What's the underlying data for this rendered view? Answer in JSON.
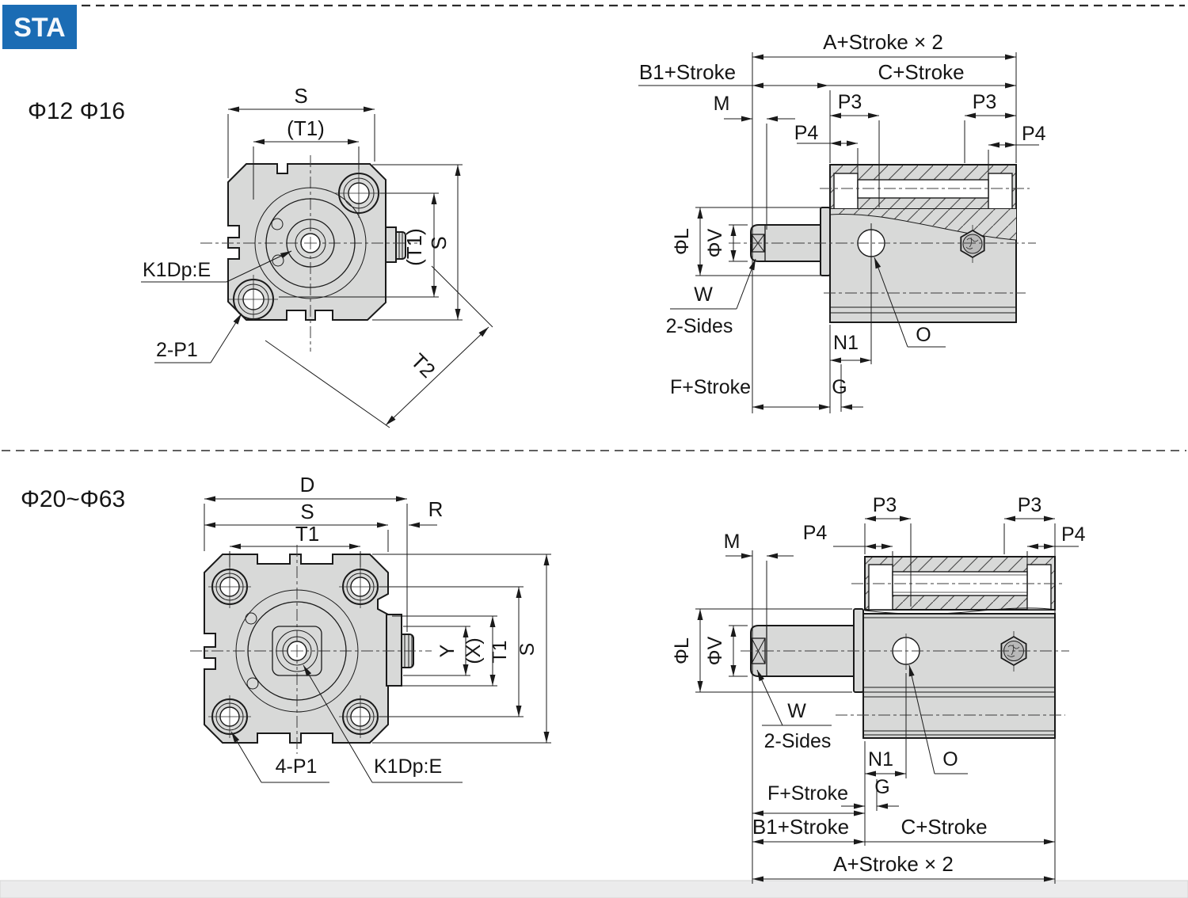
{
  "badge": "STA",
  "d1": {
    "size": "Φ12 Φ16",
    "s_top": "S",
    "t1_top": "(T1)",
    "t1_side": "(T1)",
    "s_side": "S",
    "t2": "T2",
    "k1": "K1Dp:E",
    "ports": "2-P1"
  },
  "d2": {
    "a": "A+Stroke × 2",
    "b1": "B1+Stroke",
    "c": "C+Stroke",
    "m": "M",
    "p3l": "P3",
    "p3r": "P3",
    "p4l": "P4",
    "p4r": "P4",
    "dl": "ΦL",
    "dv": "ΦV",
    "w": "W",
    "sides": "2-Sides",
    "n1": "N1",
    "o": "O",
    "f": "F+Stroke",
    "g": "G"
  },
  "d3": {
    "size": "Φ20~Φ63",
    "d": "D",
    "s_top": "S",
    "t1_top": "T1",
    "r": "R",
    "y": "Y",
    "x": "(X)",
    "t1_side": "T1",
    "s_side": "S",
    "ports": "4-P1",
    "k1": "K1Dp:E"
  },
  "d4": {
    "a": "A+Stroke × 2",
    "b1": "B1+Stroke",
    "c": "C+Stroke",
    "m": "M",
    "p3l": "P3",
    "p3r": "P3",
    "p4l": "P4",
    "p4r": "P4",
    "dl": "ΦL",
    "dv": "ΦV",
    "w": "W",
    "sides": "2-Sides",
    "n1": "N1",
    "o": "O",
    "f": "F+Stroke",
    "g": "G"
  }
}
